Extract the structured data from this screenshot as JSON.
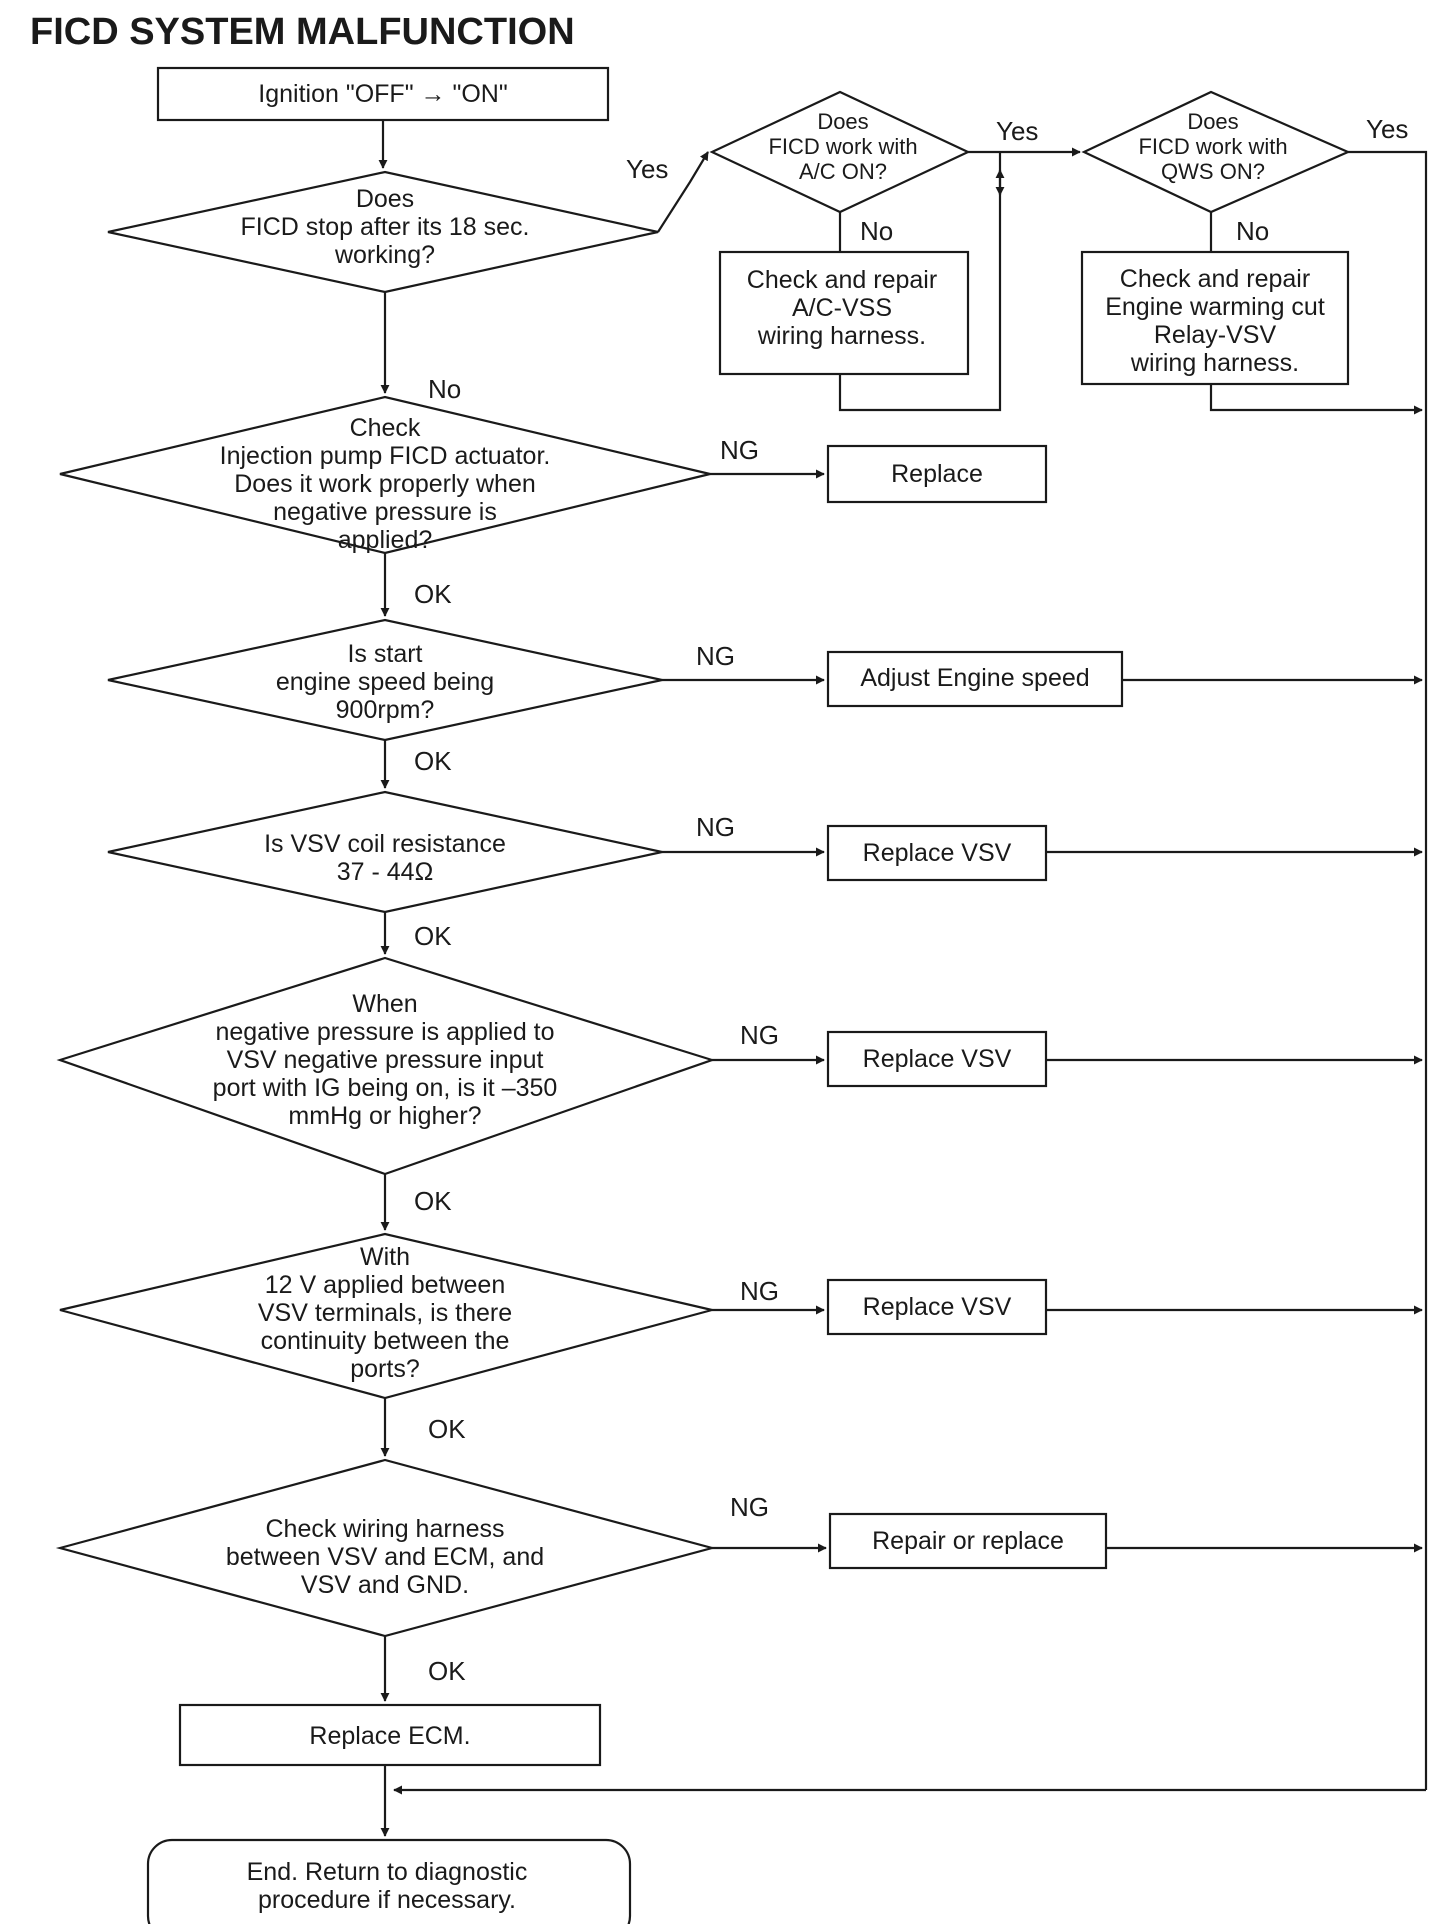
{
  "title": "FICD SYSTEM MALFUNCTION",
  "nodes": {
    "start": [
      "Ignition \"OFF\" → \"ON\""
    ],
    "q1": [
      "Does",
      "FICD stop after its 18 sec.",
      "working?"
    ],
    "q_ac": [
      "Does",
      "FICD work with",
      "A/C ON?"
    ],
    "fix_ac": [
      "Check and repair",
      "A/C-VSS",
      "wiring harness."
    ],
    "q_qws": [
      "Does",
      "FICD work with",
      "QWS ON?"
    ],
    "fix_qws": [
      "Check and repair",
      "Engine warming cut",
      "Relay-VSV",
      "wiring harness."
    ],
    "q2": [
      "Check",
      "Injection pump FICD actuator.",
      "Does it work properly when",
      "negative pressure is",
      "applied?"
    ],
    "a2": [
      "Replace"
    ],
    "q3": [
      "Is start",
      "engine speed being",
      "900rpm?"
    ],
    "a3": [
      "Adjust Engine speed"
    ],
    "q4": [
      "Is VSV coil resistance",
      "37 - 44Ω"
    ],
    "a4": [
      "Replace VSV"
    ],
    "q5": [
      "When",
      "negative pressure is applied to",
      "VSV negative pressure input",
      "port with IG being on, is it –350",
      "mmHg or higher?"
    ],
    "a5": [
      "Replace VSV"
    ],
    "q6": [
      "With",
      "12 V applied between",
      "VSV terminals, is there",
      "continuity between the",
      "ports?"
    ],
    "a6": [
      "Replace VSV"
    ],
    "q7": [
      "Check wiring harness",
      "between VSV and ECM, and",
      "VSV and GND."
    ],
    "a7": [
      "Repair or replace"
    ],
    "ecm": [
      "Replace ECM."
    ],
    "end": [
      "End. Return to diagnostic",
      "procedure if necessary."
    ]
  },
  "labels": {
    "yes": "Yes",
    "no": "No",
    "ok": "OK",
    "ng": "NG"
  }
}
